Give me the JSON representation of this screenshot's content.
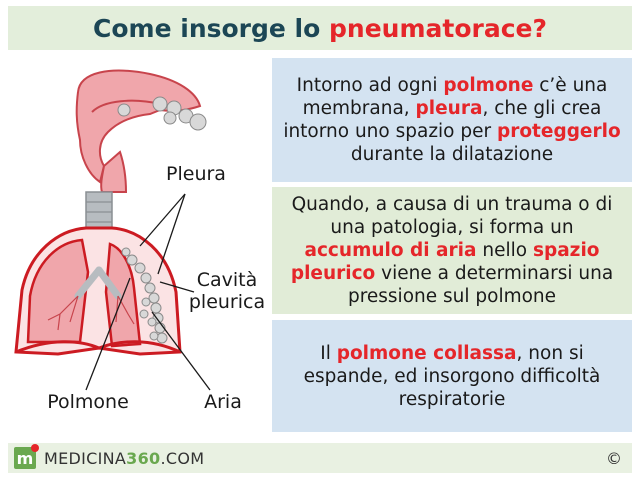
{
  "title": {
    "prefix": "Come insorge lo ",
    "highlight": "pneumatorace?"
  },
  "box1": {
    "t1": "Intorno ad ogni ",
    "h1": "polmone",
    "t2": " c’è una membrana, ",
    "h2": "pleura",
    "t3": ", che gli crea intorno uno spazio per ",
    "h3": "proteggerlo",
    "t4": " durante la dilatazione"
  },
  "box2": {
    "t1": "Quando, a causa di un trauma o di una patologia, si forma un ",
    "h1": "accumulo di aria",
    "t2": " nello ",
    "h2": "spazio pleurico",
    "t3": " viene a determinarsi una pressione sul polmone"
  },
  "box3": {
    "t1": "Il ",
    "h1": "polmone collassa",
    "t2": ", non si espande, ed insorgono difficoltà respiratorie"
  },
  "labels": {
    "pleura": "Pleura",
    "cavita_1": "Cavità",
    "cavita_2": "pleurica",
    "polmone": "Polmone",
    "aria": "Aria"
  },
  "footer": {
    "logo_letter": "m",
    "site_prefix": "MEDICINA",
    "site_number": "360",
    "site_suffix": ".COM",
    "copyright": "©"
  },
  "colors": {
    "title_text": "#1c4655",
    "highlight": "#e5262a",
    "blue_box": "#d4e3f1",
    "green_box": "#e1ecd7",
    "lung_fill": "#f0a6ab",
    "pleura_line": "#cc1b22",
    "brand_green": "#6aa84f"
  },
  "icons": {
    "logo": "medicina360-logo-icon"
  }
}
